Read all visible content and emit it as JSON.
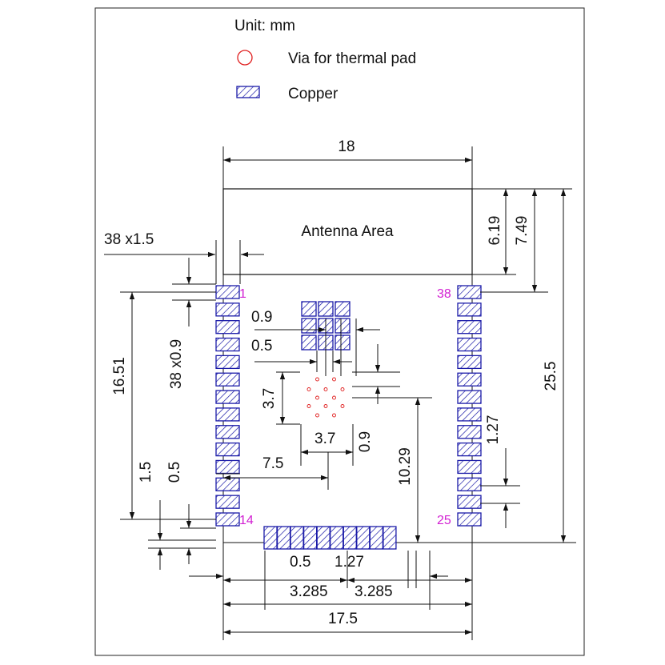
{
  "legend": {
    "unit": "Unit: mm",
    "via_label": "Via for thermal pad",
    "copper_label": "Copper"
  },
  "antenna_label": "Antenna Area",
  "pins": {
    "first": "1",
    "left_bottom": "14",
    "right_bottom": "25",
    "right_top": "38"
  },
  "dimensions": {
    "top_width": "18",
    "pad_count_size": "38 x1.5",
    "antenna_h1": "6.19",
    "antenna_h2": "7.49",
    "total_height": "25.5",
    "thermal_pitch": "0.9",
    "thermal_pad": "0.5",
    "thermal_side": "3.7",
    "thermal_side_h": "3.7",
    "thermal_gap": "0.9",
    "left_pin_span": "16.51",
    "pad_count_width": "38 x0.9",
    "offset_x": "7.5",
    "offset_y": "10.29",
    "pin_pitch_right": "1.27",
    "left_bottom_a": "1.5",
    "left_bottom_b": "0.5",
    "bottom_pad": "0.5",
    "bottom_pitch": "1.27",
    "bottom_left": "3.285",
    "bottom_right": "3.285",
    "bottom_width": "17.5"
  },
  "colors": {
    "pad_outline": "#1a1aa8",
    "pin_number": "#d21fd2",
    "via": "#e02020"
  }
}
